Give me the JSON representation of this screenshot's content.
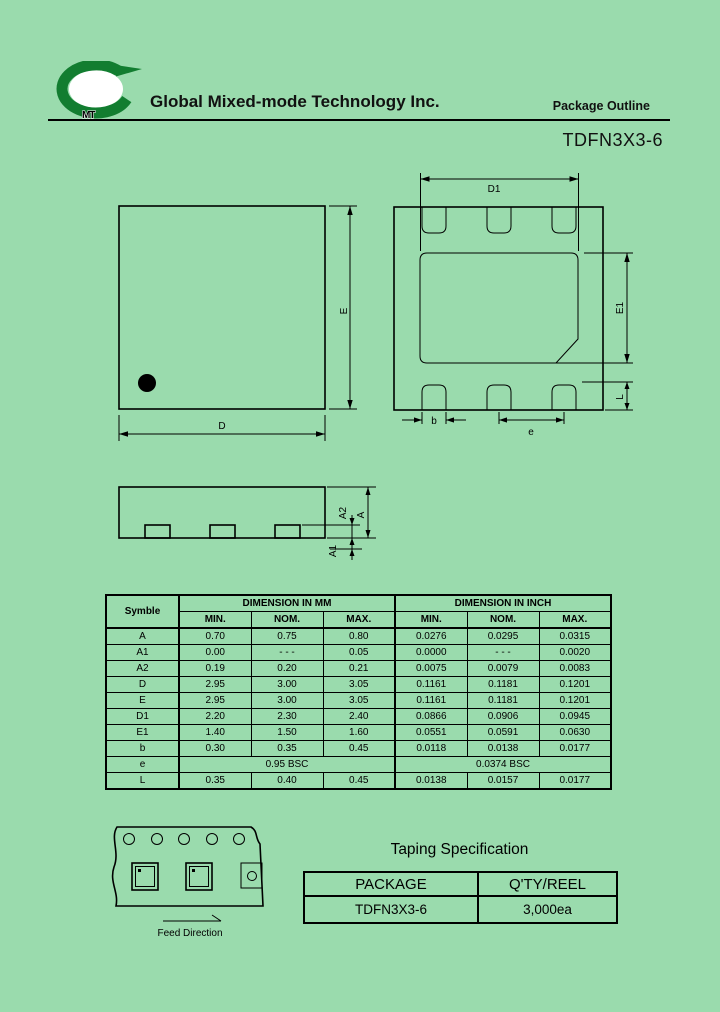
{
  "page": {
    "background": "#9adbad"
  },
  "header": {
    "company": "Global Mixed-mode Technology Inc.",
    "doc_type": "Package Outline",
    "part_number": "TDFN3X3-6",
    "logo": {
      "text": "MT",
      "green": "#127d30",
      "red": "#e4271c"
    }
  },
  "drawings": {
    "top_view": {
      "labels": {
        "E": "E",
        "D": "D"
      }
    },
    "bottom_view": {
      "labels": {
        "D1": "D1",
        "E1": "E1",
        "L": "L",
        "b": "b",
        "e": "e"
      }
    },
    "side_view": {
      "labels": {
        "A": "A",
        "A1": "A1",
        "A2": "A2"
      }
    },
    "tape": {
      "feed_label": "Feed Direction"
    }
  },
  "dimension_table": {
    "symbol_header": "Symble",
    "group_headers": [
      "DIMENSION IN MM",
      "DIMENSION IN INCH"
    ],
    "sub_headers": [
      "MIN.",
      "NOM.",
      "MAX.",
      "MIN.",
      "NOM.",
      "MAX."
    ],
    "rows": [
      {
        "symbol": "A",
        "mm": [
          "0.70",
          "0.75",
          "0.80"
        ],
        "inch": [
          "0.0276",
          "0.0295",
          "0.0315"
        ]
      },
      {
        "symbol": "A1",
        "mm": [
          "0.00",
          "- - -",
          "0.05"
        ],
        "inch": [
          "0.0000",
          "- - -",
          "0.0020"
        ]
      },
      {
        "symbol": "A2",
        "mm": [
          "0.19",
          "0.20",
          "0.21"
        ],
        "inch": [
          "0.0075",
          "0.0079",
          "0.0083"
        ]
      },
      {
        "symbol": "D",
        "mm": [
          "2.95",
          "3.00",
          "3.05"
        ],
        "inch": [
          "0.1161",
          "0.1181",
          "0.1201"
        ]
      },
      {
        "symbol": "E",
        "mm": [
          "2.95",
          "3.00",
          "3.05"
        ],
        "inch": [
          "0.1161",
          "0.1181",
          "0.1201"
        ]
      },
      {
        "symbol": "D1",
        "mm": [
          "2.20",
          "2.30",
          "2.40"
        ],
        "inch": [
          "0.0866",
          "0.0906",
          "0.0945"
        ]
      },
      {
        "symbol": "E1",
        "mm": [
          "1.40",
          "1.50",
          "1.60"
        ],
        "inch": [
          "0.0551",
          "0.0591",
          "0.0630"
        ]
      },
      {
        "symbol": "b",
        "mm": [
          "0.30",
          "0.35",
          "0.45"
        ],
        "inch": [
          "0.0118",
          "0.0138",
          "0.0177"
        ]
      },
      {
        "symbol": "e",
        "mm_span": "0.95 BSC",
        "inch_span": "0.0374 BSC"
      },
      {
        "symbol": "L",
        "mm": [
          "0.35",
          "0.40",
          "0.45"
        ],
        "inch": [
          "0.0138",
          "0.0157",
          "0.0177"
        ]
      }
    ]
  },
  "taping": {
    "title": "Taping Specification",
    "table": {
      "headers": [
        "PACKAGE",
        "Q'TY/REEL"
      ],
      "row": [
        "TDFN3X3-6",
        "3,000ea"
      ]
    }
  }
}
